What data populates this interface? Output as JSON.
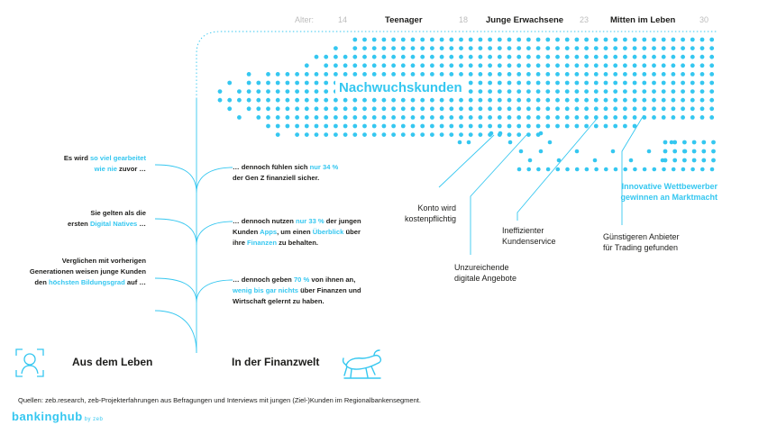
{
  "timeline": {
    "prefix": "Alter:",
    "ages": [
      "14",
      "18",
      "23",
      "30"
    ],
    "stages": [
      "Teenager",
      "Junge Erwachsene",
      "Mitten im Leben"
    ]
  },
  "center_label": "Nachwuchskunden",
  "left_statements": [
    {
      "pre": "Es wird ",
      "hl": "so viel gearbeitet",
      "br": "",
      "hl2": "wie nie",
      "post": " zuvor …"
    },
    {
      "pre": "Sie gelten als die",
      "br": "ersten ",
      "hl": "Digital Natives",
      "post": " …"
    },
    {
      "pre": "Verglichen mit vorherigen",
      "l2": "Generationen weisen junge Kunden",
      "br": "den ",
      "hl": "höchsten Bildungsgrad",
      "post": " auf …"
    }
  ],
  "right_statements": [
    {
      "a": "… dennoch fühlen sich ",
      "hl": "nur 34 %",
      "b": "der Gen Z finanziell sicher."
    },
    {
      "a": "… dennoch nutzen ",
      "hl": "nur 33 %",
      "a2": " der jungen",
      "b1": "Kunden ",
      "hl2": "Apps",
      "b2": ", um einen ",
      "hl3": "Überblick",
      "b3": " über",
      "c1": "ihre ",
      "hl4": "Finanzen",
      "c2": " zu behalten."
    },
    {
      "a": "… dennoch geben ",
      "hl": "70 %",
      "a2": " von ihnen an,",
      "hl2": "wenig bis gar nichts",
      "b2": " über Finanzen und",
      "c": "Wirtschaft gelernt zu haben."
    }
  ],
  "reasons": [
    {
      "l1": "Konto wird",
      "l2": "kostenpflichtig"
    },
    {
      "l1": "Unzureichende",
      "l2": "digitale Angebote"
    },
    {
      "l1": "Ineffizienter",
      "l2": "Kundenservice"
    },
    {
      "l1": "Günstigeren Anbieter",
      "l2": "für Trading gefunden"
    }
  ],
  "innovative": {
    "l1": "Innovative Wettbewerber",
    "l2": "gewinnen an Marktmacht"
  },
  "bottom": {
    "left": "Aus dem Leben",
    "right": "In der Finanzwelt"
  },
  "source": "Quellen: zeb.research, zeb-Projekterfahrungen aus Befragungen und Interviews mit jungen (Ziel-)Kunden im Regionalbankensegment.",
  "logo": {
    "main": "bankinghub",
    "sub": "by zeb"
  },
  "colors": {
    "accent": "#35c7f0",
    "text": "#1d1d1b",
    "muted": "#bdbdbd"
  },
  "icons": [
    "person-icon",
    "bull-icon"
  ]
}
